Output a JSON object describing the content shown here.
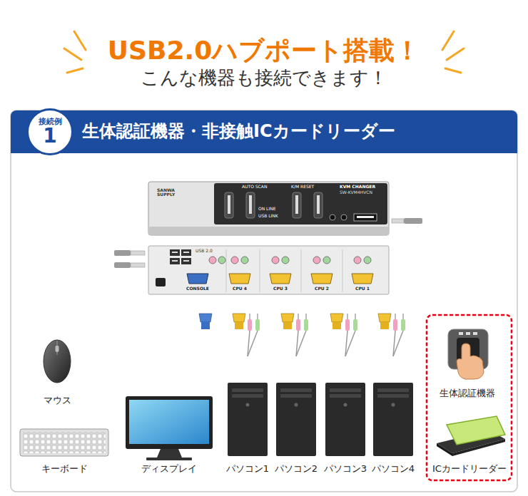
{
  "diagram": {
    "title": "USB2.0ハブポート搭載！",
    "nodes": [
      {
        "text": [
          "生体認証機器・非接触ICカードリーダー"
        ]
      },
      {
        "text": [
          "接続例",
          "1"
        ],
        "in": 0
      },
      {
        "text": [
          "SANWA SUPPLY",
          "AUTO SCAN",
          "ON LINE",
          "USB LINK",
          "K/M RESET",
          "KVM CHANGER",
          "SW-KVM4HVCN"
        ]
      },
      {
        "text": [
          "USB 2.0",
          "CONSOLE",
          "CPU 4",
          "CPU 3",
          "CPU 2",
          "CPU 1"
        ]
      },
      {
        "text": [
          "マウス"
        ]
      },
      {
        "text": [
          "キーボード"
        ]
      },
      {
        "text": [
          "ディスプレイ"
        ]
      },
      {
        "text": [
          "パソコン1"
        ]
      },
      {
        "text": [
          "パソコン2"
        ]
      },
      {
        "text": [
          "パソコン3"
        ]
      },
      {
        "text": [
          "パソコン4"
        ]
      },
      {
        "text": [
          "生体認証機器"
        ]
      },
      {
        "text": [
          "ICカードリーダー"
        ]
      }
    ],
    "edges": [
      {
        "from": 4,
        "to": 3,
        "arrow": "none"
      },
      {
        "from": 5,
        "to": 3,
        "arrow": "none"
      },
      {
        "from": 6,
        "to": 3,
        "arrow": "none"
      },
      {
        "from": 7,
        "to": 3,
        "arrow": "none"
      },
      {
        "from": 8,
        "to": 3,
        "arrow": "none"
      },
      {
        "from": 9,
        "to": 3,
        "arrow": "none"
      },
      {
        "from": 10,
        "to": 3,
        "arrow": "none"
      },
      {
        "from": 11,
        "to": 2,
        "arrow": "none"
      }
    ],
    "labels": [
      "こんな機器も接続できます！"
    ]
  }
}
